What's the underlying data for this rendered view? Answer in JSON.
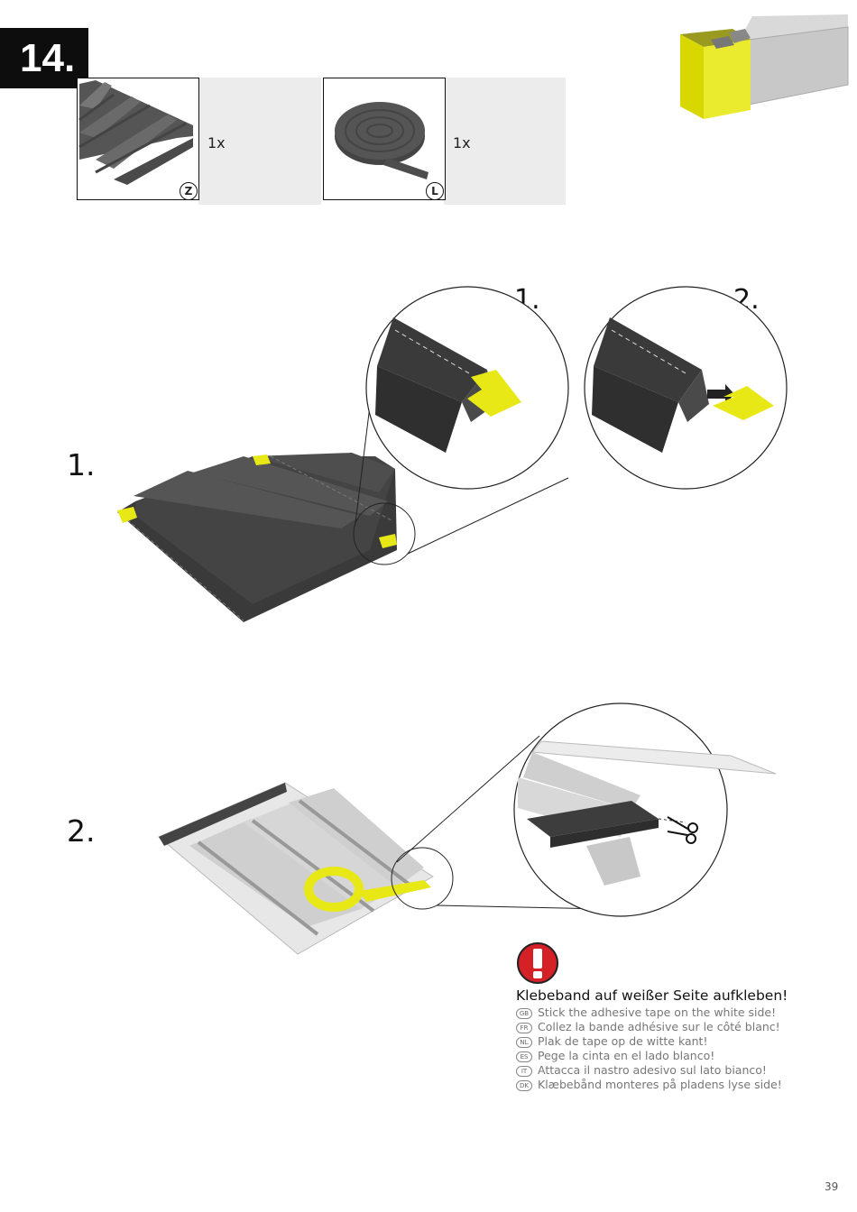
{
  "step": {
    "number": "14."
  },
  "parts": [
    {
      "letter": "Z",
      "qty": "1x",
      "icon": "corrugated-sheet-icon"
    },
    {
      "letter": "L",
      "qty": "1x",
      "icon": "tape-roll-icon"
    }
  ],
  "substeps": [
    {
      "label": "1.",
      "zooms": [
        "1.",
        "2."
      ]
    },
    {
      "label": "2."
    }
  ],
  "warning": {
    "icon": "exclamation-icon",
    "title": "Klebeband auf weißer Seite aufkleben!",
    "lines": [
      {
        "code": "GB",
        "text": "Stick the adhesive tape on the white side!"
      },
      {
        "code": "FR",
        "text": "Collez la bande adhésive sur le côté blanc!"
      },
      {
        "code": "NL",
        "text": "Plak de tape op de witte kant!"
      },
      {
        "code": "ES",
        "text": "Pege la cinta en el lado blanco!"
      },
      {
        "code": "IT",
        "text": "Attacca il nastro adesivo sul lato bianco!"
      },
      {
        "code": "DK",
        "text": "Klæbebånd monteres på pladens lyse side!"
      }
    ]
  },
  "page": {
    "number": "39"
  },
  "colors": {
    "accent": "#e8e816",
    "sheet_dark": "#3d3d3d",
    "warning_red": "#d42027"
  }
}
